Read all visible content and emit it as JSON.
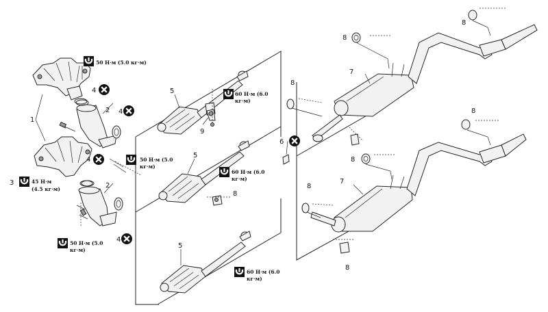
{
  "callouts": {
    "c1": "1",
    "c2a": "2",
    "c2b": "2",
    "c3": "3",
    "c4a": "4",
    "c4b": "4",
    "c4c": "4",
    "c4d": "4",
    "c5a": "5",
    "c5b": "5",
    "c5c": "5",
    "c6": "6",
    "c7a": "7",
    "c7b": "7",
    "c8a": "8",
    "c8b": "8",
    "c8c": "8",
    "c8d": "8",
    "c8e": "8",
    "c8f": "8",
    "c8g": "8",
    "c8h": "8",
    "c9": "9"
  },
  "torques": {
    "t1": [
      "50 Н·м (5.0 кг·м)"
    ],
    "t2": [
      "60 Н·м (6.0",
      "кг·м)"
    ],
    "t3": [
      "50 Н·м (5.0",
      "кг·м)"
    ],
    "t4": [
      "45 Н·м",
      "(4.5 кг·м)"
    ],
    "t5": [
      "60 Н·м (6.0",
      "кг·м)"
    ],
    "t6": [
      "50 Н·м (5.0",
      "кг·м)"
    ],
    "t7": [
      "60 Н·м (6.0",
      "кг·м)"
    ]
  },
  "icons": {
    "torque": "torque-wrench-icon",
    "discard": "do-not-reuse-icon"
  }
}
